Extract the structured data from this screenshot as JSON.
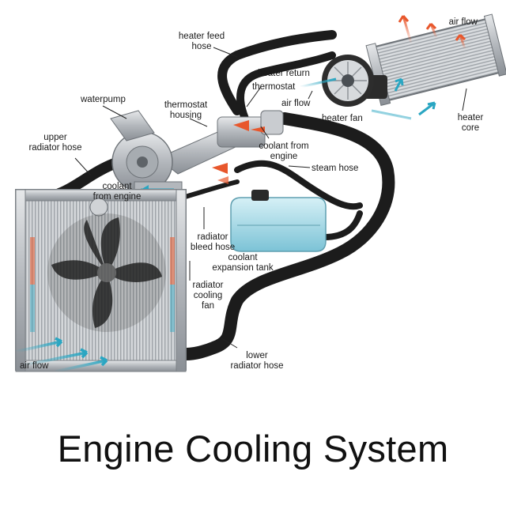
{
  "title": "Engine Cooling System",
  "labels": {
    "air_flow_top": "air flow",
    "heater_feed_hose": "heater feed\nhose",
    "waterpump": "waterpump",
    "heater_return": "heater return",
    "thermostat": "thermostat",
    "air_flow_heater": "air flow",
    "thermostat_housing": "thermostat\nhousing",
    "heater_fan": "heater fan",
    "heater_core": "heater\ncore",
    "upper_radiator_hose": "upper\nradiator hose",
    "coolant_from_engine_top": "coolant from\nengine",
    "steam_hose": "steam hose",
    "coolant_from_engine_pump": "coolant\nfrom engine",
    "radiator_bleed_hose": "radiator\nbleed hose",
    "coolant_expansion_tank": "coolant\nexpansion tank",
    "radiator_cooling_fan": "radiator\ncooling\nfan",
    "air_flow_bottom": "air flow",
    "lower_radiator_hose": "lower\nradiator hose"
  },
  "colors": {
    "hose": "#1c1c1c",
    "metal": "#b9bcc0",
    "radiator": "#c9ccd0",
    "coolant": "#9fd8e6",
    "hot_arrow": "#e8572c",
    "cool_arrow": "#2aa6c2"
  }
}
